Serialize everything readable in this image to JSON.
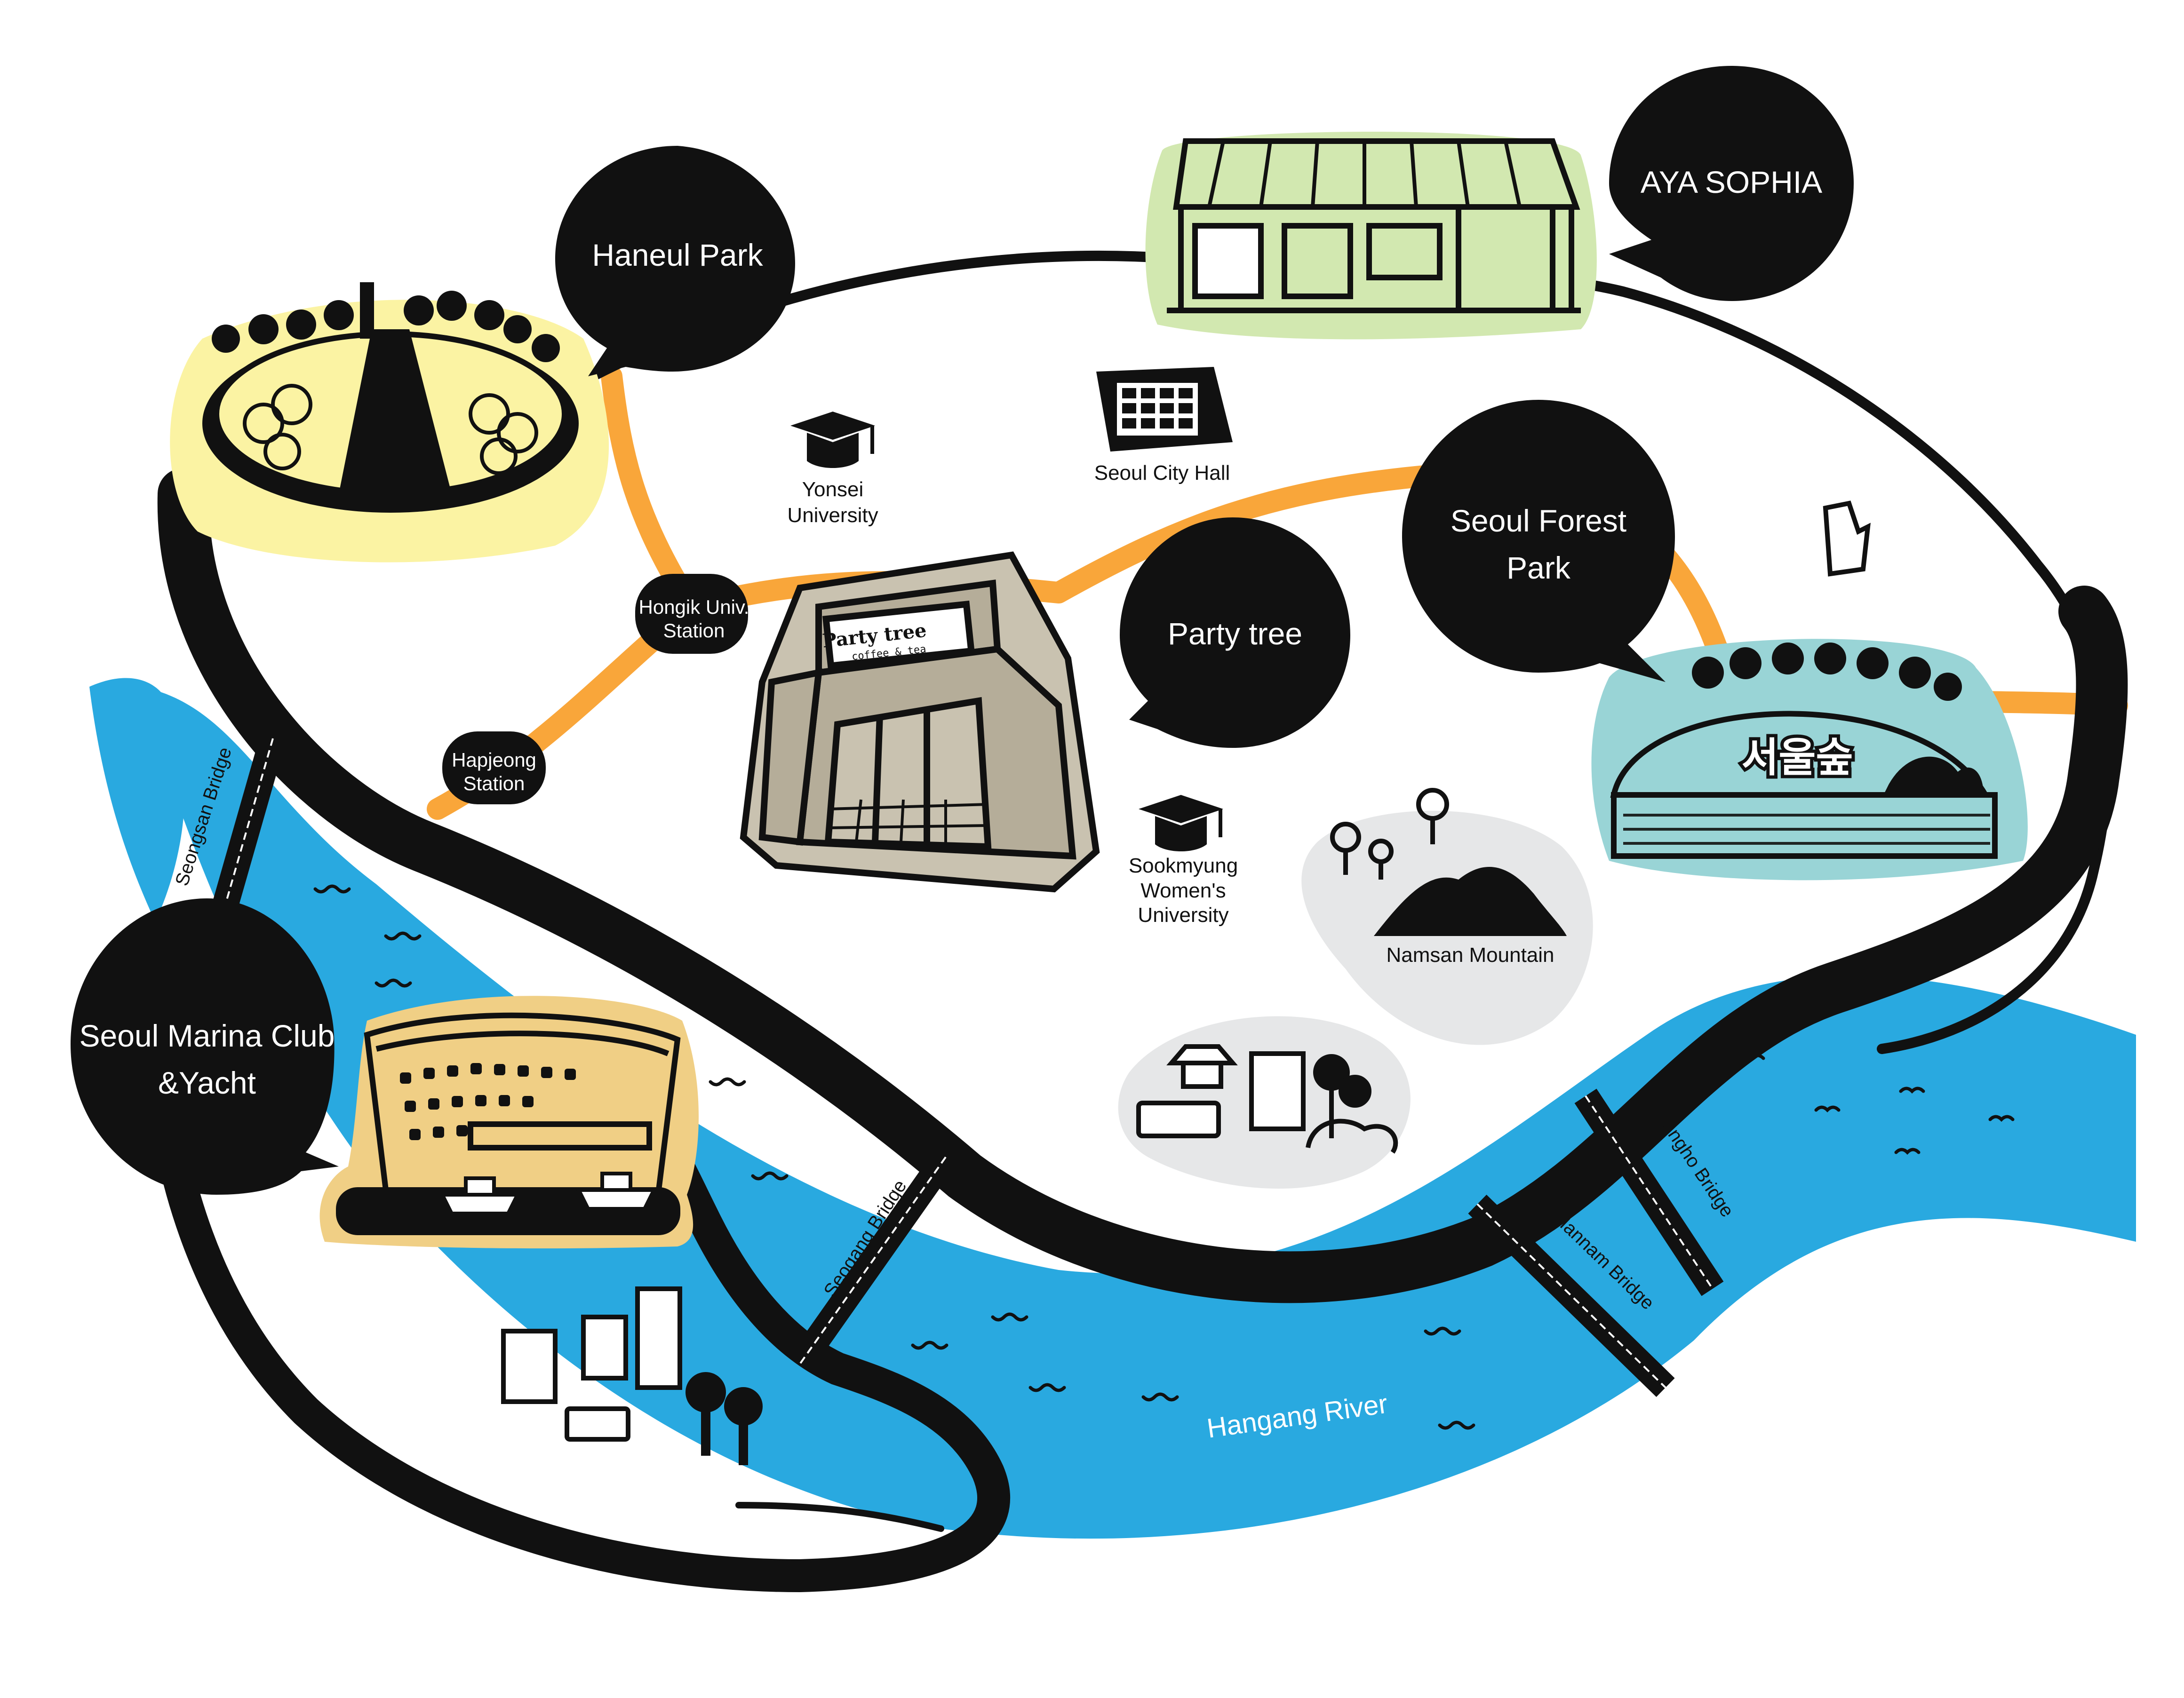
{
  "bubbles": {
    "haneul_park": "Haneul Park",
    "aya_sophia": "AYA SOPHIA",
    "seoul_forest_line1": "Seoul Forest",
    "seoul_forest_line2": "Park",
    "party_tree": "Party tree",
    "marina_line1": "Seoul Marina Club",
    "marina_line2": "&Yacht"
  },
  "stations": {
    "hongik_line1": "Hongik Univ.",
    "hongik_line2": "Station",
    "hapjeong_line1": "Hapjeong",
    "hapjeong_line2": "Station"
  },
  "labels": {
    "yonsei_line1": "Yonsei",
    "yonsei_line2": "University",
    "city_hall": "Seoul City Hall",
    "sookmyung_line1": "Sookmyung",
    "sookmyung_line2": "Women's",
    "sookmyung_line3": "University",
    "namsan": "Namsan Mountain",
    "seoul_forest_korean": "서울숲",
    "cafe_name": "Party tree",
    "cafe_sub": "coffee & tea"
  },
  "bridges": {
    "seongsan": "Seongsan Bridge",
    "seogang": "Seogang Bridge",
    "hannam": "Hannam Bridge",
    "dongho": "Dongho Bridge"
  },
  "river": "Hangang River",
  "icons": [
    "park-icon",
    "shop-icon",
    "graduation-cap-icon",
    "city-hall-icon",
    "cafe-building-icon",
    "forest-icon",
    "mountain-icon",
    "village-icon",
    "stadium-icon",
    "boat-icon",
    "tree-icon"
  ],
  "colors": {
    "river": "#29a9e0",
    "road": "#111111",
    "subway": "#f9a63a",
    "haneul_bg": "#fbf3a3",
    "aya_bg": "#d2e8b0",
    "forest_bg": "#99d4d6",
    "cafe_bg": "#c9c2b0",
    "marina_bg": "#f0cf85",
    "namsan_bg": "#e6e7e8"
  }
}
